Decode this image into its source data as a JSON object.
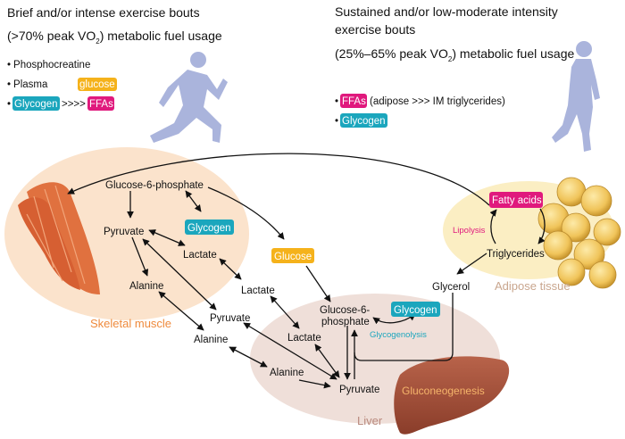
{
  "colors": {
    "glucose": "#f5b21b",
    "glycogen": "#1ba6bd",
    "ffa": "#e0197d",
    "muscle_bg": "#fbe3cc",
    "liver_bg": "#efdfd9",
    "adipose_bg": "#fbeec3",
    "silhouette": "#aab4dc",
    "muscle_label": "#ef8a3c",
    "liver_label": "#b98a7e",
    "adipose_label": "#c9a68e"
  },
  "left_panel": {
    "title_line1": "Brief and/or intense exercise bouts",
    "title_line2_pre": "(>70% peak VO",
    "title_sub": "2",
    "title_line2_post": ") metabolic fuel usage",
    "bullets": {
      "b1": "Phosphocreatine",
      "b2_pre": "Plasma",
      "b2_badge": "glucose",
      "b3_badge1": "Glycogen",
      "b3_mid": ">>>>",
      "b3_badge2": "FFAs"
    },
    "bullet_char": "•",
    "figure_icon": "runner-silhouette"
  },
  "right_panel": {
    "title_line1": "Sustained and/or low-moderate intensity",
    "title_line2": "exercise bouts",
    "title_line3_pre": "(25%–65% peak VO",
    "title_sub": "2",
    "title_line3_post": ") metabolic fuel usage",
    "bullets": {
      "b1_badge": "FFAs",
      "b1_text": "(adipose >>> IM triglycerides)",
      "b2_badge": "Glycogen"
    },
    "figure_icon": "walker-silhouette"
  },
  "muscle": {
    "label": "Skeletal muscle",
    "g6p": "Glucose-6-phosphate",
    "pyruvate": "Pyruvate",
    "glycogen": "Glycogen",
    "lactate": "Lactate",
    "alanine": "Alanine"
  },
  "blood": {
    "glucose": "Glucose",
    "lactate1": "Lactate",
    "pyruvate": "Pyruvate",
    "alanine": "Alanine",
    "lactate2": "Lactate",
    "alanine2": "Alanine"
  },
  "liver": {
    "label": "Liver",
    "g6p_line1": "Glucose-6-",
    "g6p_line2": "phosphate",
    "glycogen": "Glycogen",
    "glycogenolysis": "Glycogenolysis",
    "pyruvate": "Pyruvate",
    "gluconeogenesis": "Gluconeogenesis",
    "glycerol": "Glycerol"
  },
  "adipose": {
    "label": "Adipose tissue",
    "fatty_acids": "Fatty acids",
    "lipolysis": "Lipolysis",
    "triglycerides": "Triglycerides"
  }
}
